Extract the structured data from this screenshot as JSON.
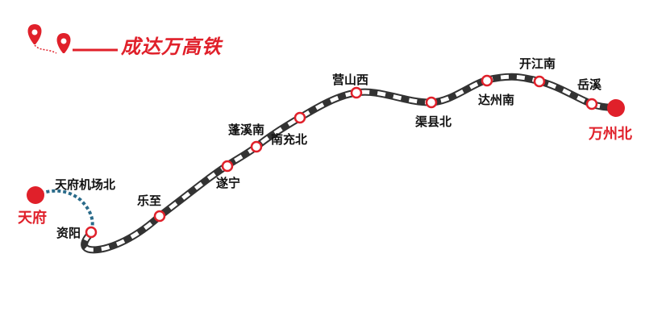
{
  "title": "成达万高铁",
  "colors": {
    "accent": "#e0202a",
    "rail_dark": "#333333",
    "branch": "#2a6b8a"
  },
  "terminals": {
    "start": "天府",
    "end": "万州北"
  },
  "stations": [
    {
      "name": "天府机场北"
    },
    {
      "name": "资阳"
    },
    {
      "name": "乐至"
    },
    {
      "name": "遂宁"
    },
    {
      "name": "蓬溪南"
    },
    {
      "name": "南充北"
    },
    {
      "name": "营山西"
    },
    {
      "name": "渠县北"
    },
    {
      "name": "达州南"
    },
    {
      "name": "开江南"
    },
    {
      "name": "岳溪"
    }
  ]
}
